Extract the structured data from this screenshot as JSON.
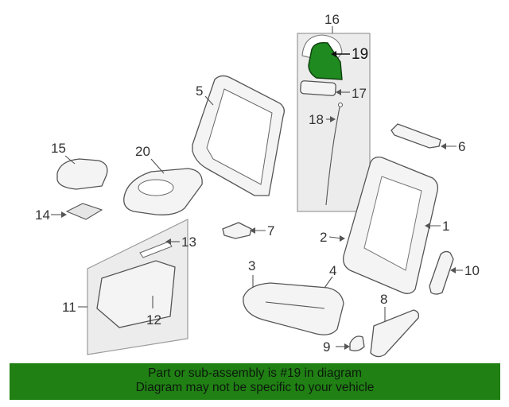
{
  "diagram": {
    "highlight_color": "#1f8a1f",
    "callouts": {
      "c1": "1",
      "c2": "2",
      "c3": "3",
      "c4": "4",
      "c5": "5",
      "c6": "6",
      "c7": "7",
      "c8": "8",
      "c9": "9",
      "c10": "10",
      "c11": "11",
      "c12": "12",
      "c13": "13",
      "c14": "14",
      "c15": "15",
      "c16": "16",
      "c17": "17",
      "c18": "18",
      "c19": "19",
      "c20": "20"
    }
  },
  "banner": {
    "line1": "Part or sub-assembly is #19 in diagram",
    "line2": "Diagram may not be specific to your vehicle",
    "background": "#208014"
  }
}
